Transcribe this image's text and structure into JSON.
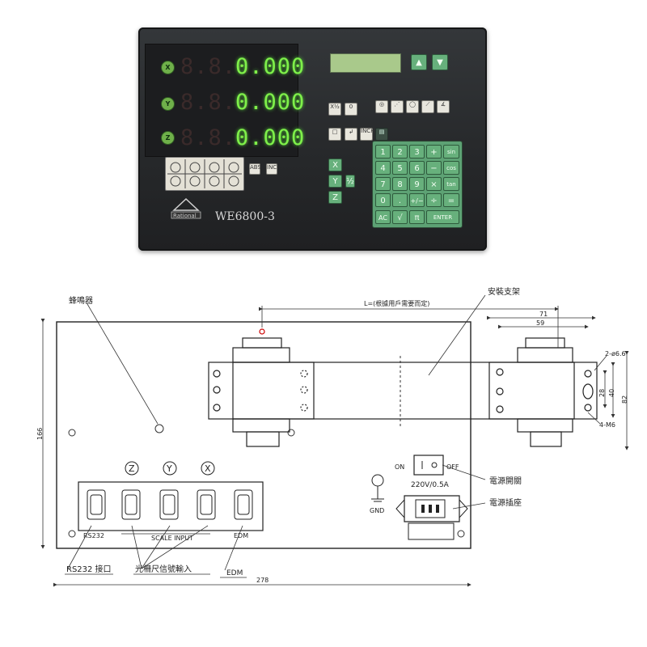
{
  "device": {
    "model": "WE6800-3",
    "brand": "Rational",
    "axes": [
      {
        "label": "X",
        "value": "0.000"
      },
      {
        "label": "Y",
        "value": "0.000"
      },
      {
        "label": "Z",
        "value": "0.000"
      }
    ],
    "keypad": {
      "rows": [
        [
          "1",
          "2",
          "3",
          "+",
          "sin"
        ],
        [
          "4",
          "5",
          "6",
          "−",
          "cos"
        ],
        [
          "7",
          "8",
          "9",
          "×",
          "tan"
        ],
        [
          "0",
          ".",
          "+/−",
          "÷",
          "="
        ]
      ],
      "bottom_row": [
        "AC",
        "√",
        "π",
        "ENTER"
      ],
      "axis_keys": [
        "X",
        "Y",
        "Z"
      ],
      "small_keys": [
        "INCH/MM",
        "ABS",
        "INC"
      ]
    }
  },
  "drawing": {
    "labels": {
      "buzzer": "蜂鳴器",
      "bracket": "安裝支架",
      "length_note": "L=(根據用戶需要而定)",
      "power_switch": "電源開關",
      "power_socket": "電源插座",
      "rs232_port": "RS232 接口",
      "scale_signal_input": "光柵尺信號輸入",
      "edm_port": "EDM",
      "on": "ON",
      "off": "OFF",
      "gnd": "GND",
      "voltage": "220V/0.5A",
      "rs232": "RS232",
      "scale_input": "SCALE INPUT",
      "edm": "EDM",
      "axis_z": "Z",
      "axis_y": "Y",
      "axis_x": "X"
    },
    "dimensions": {
      "width": "278",
      "height": "166",
      "d71": "71",
      "d59": "59",
      "d28": "28",
      "d40": "40",
      "d82": "82",
      "holes": "2-ø6.6",
      "thread": "4-M6"
    }
  }
}
